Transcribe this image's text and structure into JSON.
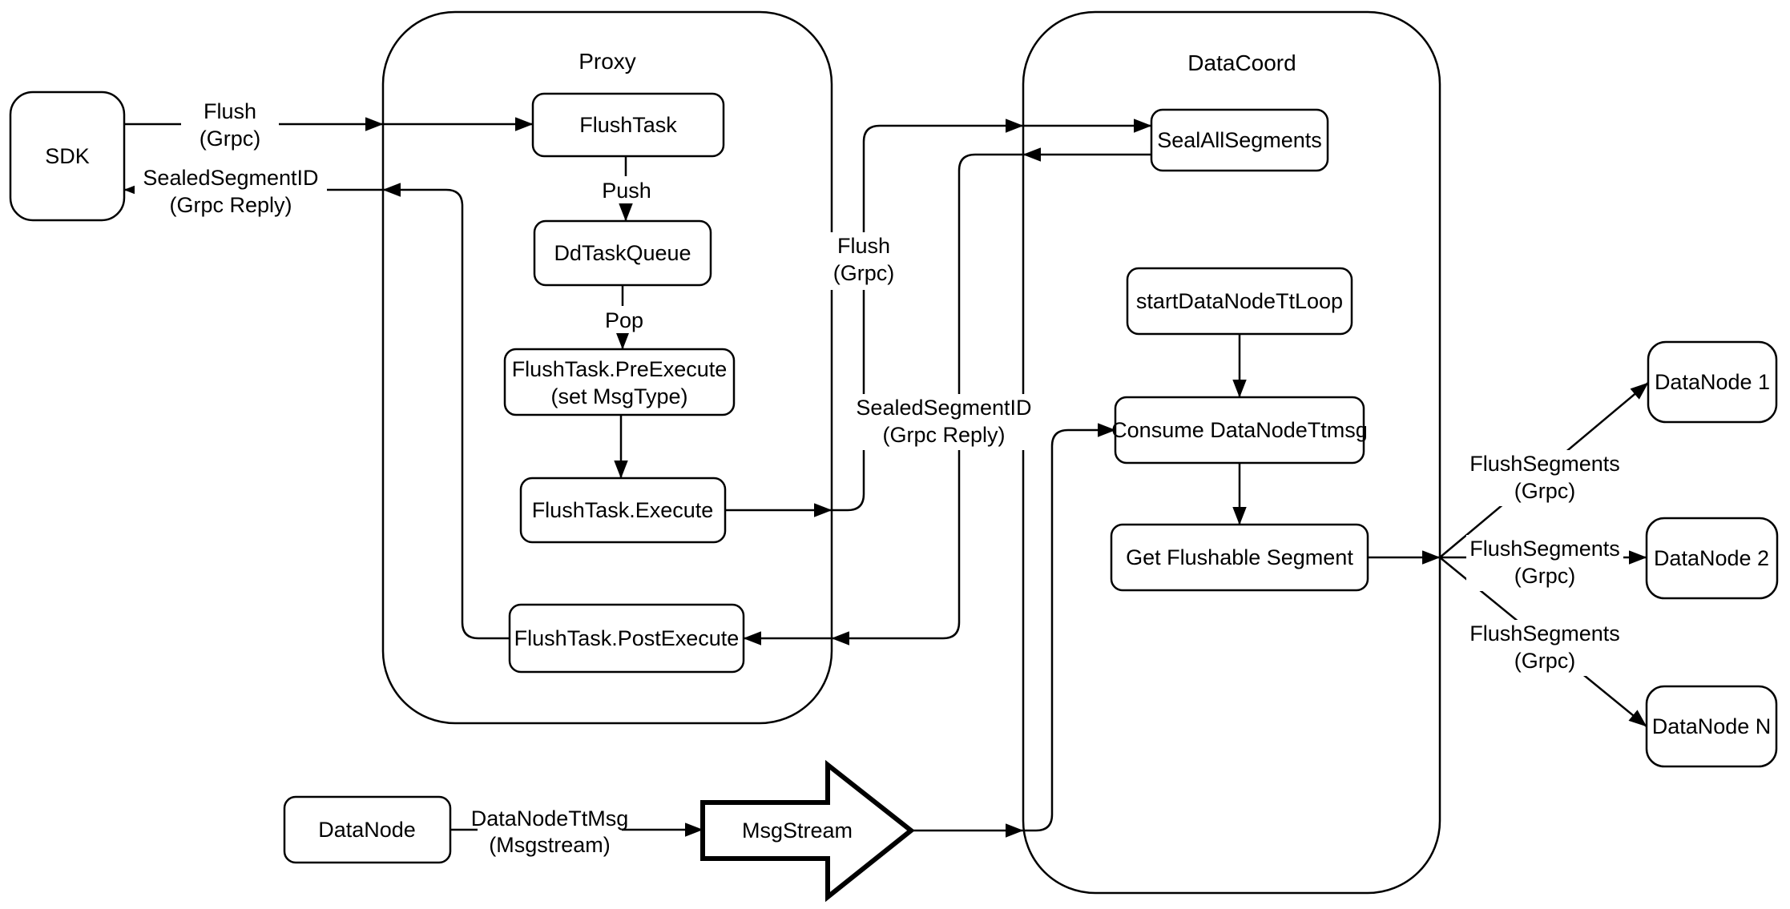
{
  "containers": {
    "proxy": {
      "title": "Proxy"
    },
    "datacoord": {
      "title": "DataCoord"
    }
  },
  "nodes": {
    "sdk": "SDK",
    "flush_task": "FlushTask",
    "dd_task_queue": "DdTaskQueue",
    "pre_execute_line1": "FlushTask.PreExecute",
    "pre_execute_line2": "(set MsgType)",
    "execute": "FlushTask.Execute",
    "post_execute": "FlushTask.PostExecute",
    "seal_all_segments": "SealAllSegments",
    "start_datanode_tt_loop": "startDataNodeTtLoop",
    "consume_datanode_ttmsg": "Consume DataNodeTtmsg",
    "get_flushable_segment": "Get Flushable Segment",
    "datanode_1": "DataNode 1",
    "datanode_2": "DataNode 2",
    "datanode_n": "DataNode N",
    "datanode": "DataNode",
    "msgstream": "MsgStream"
  },
  "edge_labels": {
    "flush_sdk": {
      "line1": "Flush",
      "line2": "(Grpc)"
    },
    "sealed_sdk": {
      "line1": "SealedSegmentID",
      "line2": "(Grpc Reply)"
    },
    "push": "Push",
    "pop": "Pop",
    "flush_mid": {
      "line1": "Flush",
      "line2": "(Grpc)"
    },
    "sealed_mid": {
      "line1": "SealedSegmentID",
      "line2": "(Grpc Reply)"
    },
    "flush_segments_1": {
      "line1": "FlushSegments",
      "line2": "(Grpc)"
    },
    "flush_segments_2": {
      "line1": "FlushSegments",
      "line2": "(Grpc)"
    },
    "flush_segments_3": {
      "line1": "FlushSegments",
      "line2": "(Grpc)"
    },
    "datanode_ttmsg": {
      "line1": "DataNodeTtMsg",
      "line2": "(Msgstream)"
    }
  },
  "colors": {
    "stroke": "#000000",
    "background": "#ffffff"
  }
}
